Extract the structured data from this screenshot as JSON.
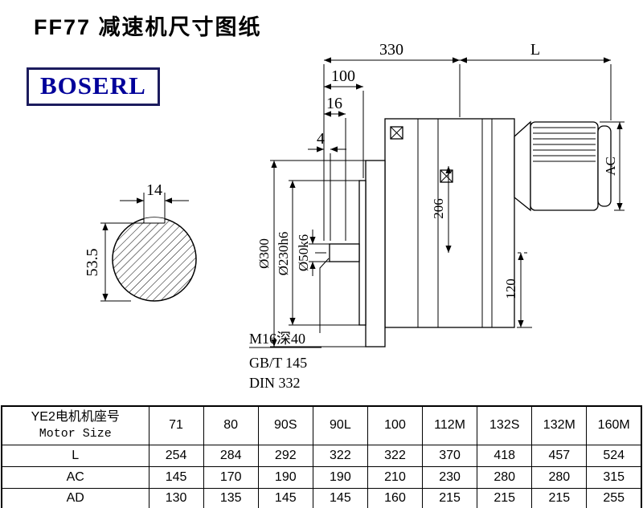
{
  "title": "FF77 减速机尺寸图纸",
  "logo": "BOSERL",
  "drawing": {
    "dims": {
      "top_width": "330",
      "motor_length": "L",
      "d100": "100",
      "d16": "16",
      "d4": "4",
      "key_width": "14",
      "key_height": "53.5",
      "flange_dia": "Ø300",
      "spigot_dia": "Ø230h6",
      "shaft_dia": "Ø50k6",
      "center_height": "206",
      "bottom_height": "120",
      "motor_dia": "AC"
    },
    "notes": [
      "M16深40",
      "GB/T 145",
      "DIN 332"
    ]
  },
  "table": {
    "header": {
      "line1": "YE2电机机座号",
      "line2": "Motor Size"
    },
    "columns": [
      "71",
      "80",
      "90S",
      "90L",
      "100",
      "112M",
      "132S",
      "132M",
      "160M"
    ],
    "rows": [
      {
        "label": "L",
        "values": [
          "254",
          "284",
          "292",
          "322",
          "322",
          "370",
          "418",
          "457",
          "524"
        ]
      },
      {
        "label": "AC",
        "values": [
          "145",
          "170",
          "190",
          "190",
          "210",
          "230",
          "280",
          "280",
          "315"
        ]
      },
      {
        "label": "AD",
        "values": [
          "130",
          "135",
          "145",
          "145",
          "160",
          "215",
          "215",
          "215",
          "255"
        ]
      }
    ]
  }
}
